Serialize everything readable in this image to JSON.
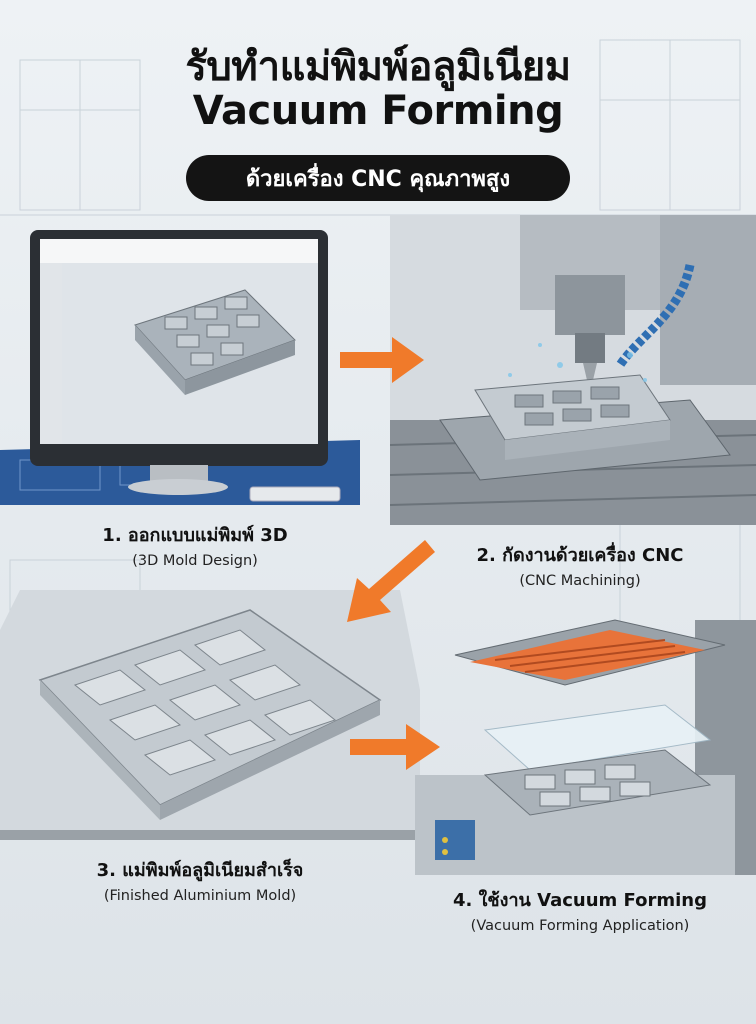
{
  "title": {
    "line1": "รับทำแม่พิมพ์อลูมิเนียม",
    "line2": "Vacuum Forming",
    "pill": "ด้วยเครื่อง CNC คุณภาพสูง"
  },
  "steps": [
    {
      "label": "1. ออกแบบแม่พิมพ์ 3D",
      "sub": "(3D Mold Design)"
    },
    {
      "label": "2. กัดงานด้วยเครื่อง CNC",
      "sub": "(CNC Machining)"
    },
    {
      "label": "3. แม่พิมพ์อลูมิเนียมสำเร็จ",
      "sub": "(Finished Aluminium Mold)"
    },
    {
      "label": "4. ใช้งาน Vacuum Forming",
      "sub": "(Vacuum Forming Application)"
    }
  ],
  "colors": {
    "arrow": "#f07a2a",
    "pill_bg": "#141414",
    "heater": "#e8733a",
    "aluminium": "#b9c0c6",
    "screen": "#d8dde2"
  },
  "icons": [
    "arrow-right-icon",
    "arrow-down-left-icon",
    "arrow-right-icon"
  ]
}
